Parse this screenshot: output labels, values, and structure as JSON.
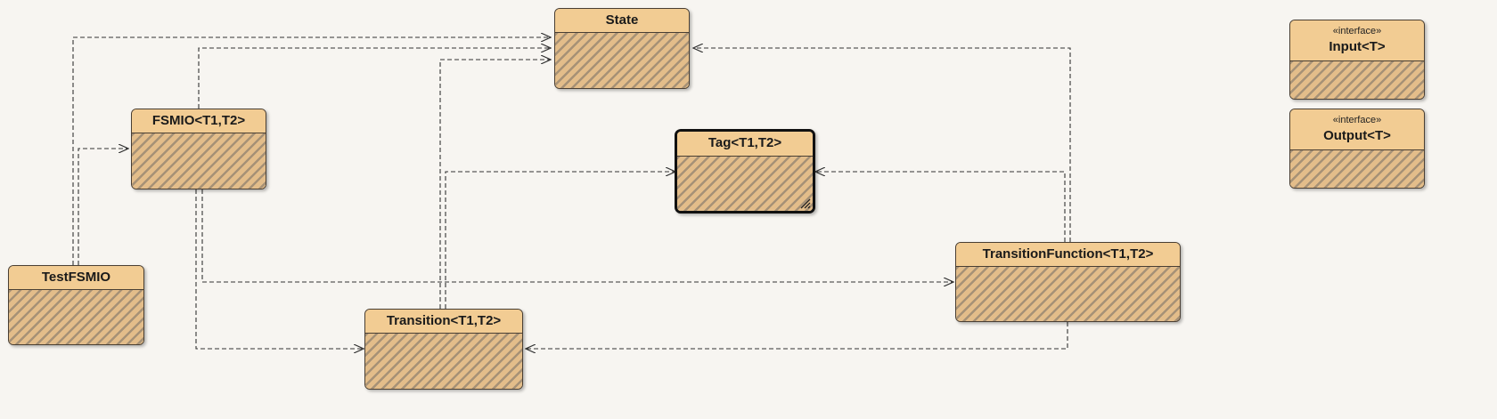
{
  "classes": {
    "state": {
      "name": "State"
    },
    "fsmio": {
      "name": "FSMIO<T1,T2>"
    },
    "tag": {
      "name": "Tag<T1,T2>"
    },
    "testfsmio": {
      "name": "TestFSMIO"
    },
    "transition": {
      "name": "Transition<T1,T2>"
    },
    "transition_function": {
      "name": "TransitionFunction<T1,T2>"
    },
    "input": {
      "stereotype": "«interface»",
      "name": "Input<T>"
    },
    "output": {
      "stereotype": "«interface»",
      "name": "Output<T>"
    }
  },
  "colors": {
    "header_fill": "#f2cc93",
    "body_hatch": "#a69176",
    "border": "#4a3f33",
    "edge": "#333333",
    "background": "#f7f5f1"
  },
  "edges": [
    {
      "from": "TestFSMIO",
      "to": "State",
      "style": "dashed"
    },
    {
      "from": "TestFSMIO",
      "to": "FSMIO<T1,T2>",
      "style": "dashed"
    },
    {
      "from": "FSMIO<T1,T2>",
      "to": "State",
      "style": "dashed"
    },
    {
      "from": "FSMIO<T1,T2>",
      "to": "TransitionFunction<T1,T2>",
      "style": "dashed"
    },
    {
      "from": "FSMIO<T1,T2>",
      "to": "Transition<T1,T2>",
      "style": "dashed"
    },
    {
      "from": "Transition<T1,T2>",
      "to": "State",
      "style": "dashed"
    },
    {
      "from": "Transition<T1,T2>",
      "to": "Tag<T1,T2>",
      "style": "dashed"
    },
    {
      "from": "TransitionFunction<T1,T2>",
      "to": "State",
      "style": "dashed"
    },
    {
      "from": "TransitionFunction<T1,T2>",
      "to": "Tag<T1,T2>",
      "style": "dashed"
    },
    {
      "from": "TransitionFunction<T1,T2>",
      "to": "Transition<T1,T2>",
      "style": "dashed"
    }
  ]
}
